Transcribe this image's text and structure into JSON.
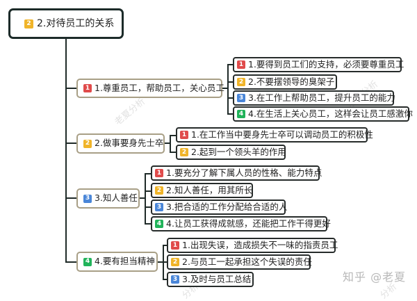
{
  "colors": {
    "badge_1": "#e04b4b",
    "badge_2": "#f0b429",
    "badge_3": "#4a86d8",
    "badge_4": "#21b35a",
    "line": "#1f2a28",
    "root_border": "#1c2b29",
    "level1_border": "#a89f86",
    "level2_border": "#262b2a"
  },
  "root": {
    "badge": "2",
    "badge_color": "badge_2",
    "label": "2.对待员工的关系"
  },
  "branches": [
    {
      "badge": "1",
      "label": "1.尊重员工，帮助员工，关心员工",
      "children": [
        {
          "badge": "1",
          "label": "1.要得到员工们的支持，必须要尊重员工"
        },
        {
          "badge": "2",
          "label": "2.不要摆领导的臭架子"
        },
        {
          "badge": "3",
          "label": "3.在工作上帮助员工，提升员工的能力"
        },
        {
          "badge": "4",
          "label": "4.在生活上关心员工，这样会让员工感激你"
        }
      ]
    },
    {
      "badge": "2",
      "label": "2.做事要身先士卒",
      "children": [
        {
          "badge": "1",
          "label": "1.在工作当中要身先士卒可以调动员工的积极性"
        },
        {
          "badge": "2",
          "label": "2.起到一个领头羊的作用"
        }
      ]
    },
    {
      "badge": "3",
      "label": "3.知人善任",
      "children": [
        {
          "badge": "1",
          "label": "1.要充分了解下属人员的性格、能力特点"
        },
        {
          "badge": "2",
          "label": "2.知人善任，用其所长"
        },
        {
          "badge": "3",
          "label": "3.把合适的工作分配给合适的人"
        },
        {
          "badge": "4",
          "label": "4.让员工获得成就感，还能把工作干得更好"
        }
      ]
    },
    {
      "badge": "4",
      "label": "4.要有担当精神",
      "children": [
        {
          "badge": "1",
          "label": "1.出现失误，造成损失不一味的指责员工"
        },
        {
          "badge": "2",
          "label": "2.与员工一起承担这个失误的责任"
        },
        {
          "badge": "3",
          "label": "3.及时与员工总结"
        }
      ]
    }
  ],
  "watermarks": [
    "老夏分析",
    "老夏分析",
    "分析",
    "分析"
  ],
  "brand_watermark": "知乎 @老夏"
}
